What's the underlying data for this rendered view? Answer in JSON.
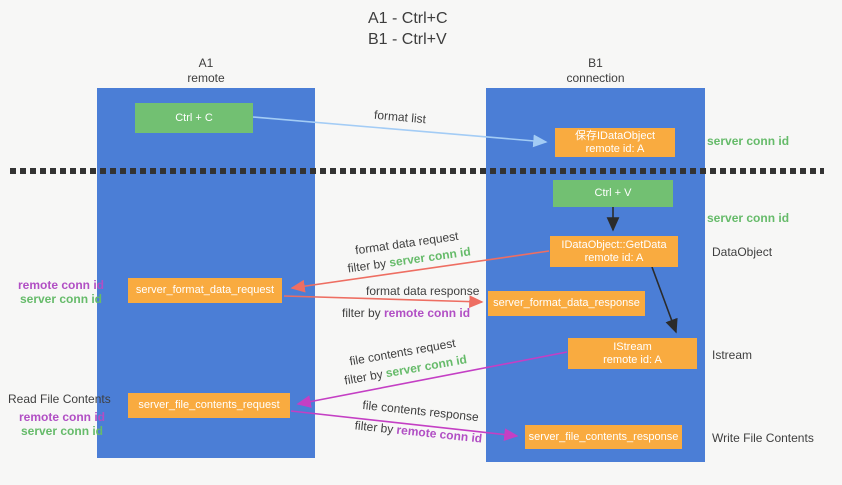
{
  "title": {
    "line1": "A1 - Ctrl+C",
    "line2": "B1 - Ctrl+V"
  },
  "lanes": {
    "left": {
      "id": "A1",
      "name": "remote"
    },
    "right": {
      "id": "B1",
      "name": "connection"
    }
  },
  "boxes": {
    "ctrl_c": {
      "label": "Ctrl + C"
    },
    "save_dataobject": {
      "line1": "保存IDataObject",
      "line2": "remote id: A"
    },
    "ctrl_v": {
      "label": "Ctrl + V"
    },
    "getdata": {
      "line1": "IDataObject::GetData",
      "line2": "remote id: A"
    },
    "format_request": {
      "label": "server_format_data_request"
    },
    "format_response": {
      "label": "server_format_data_response"
    },
    "istream": {
      "line1": "IStream",
      "line2": "remote id: A"
    },
    "file_request": {
      "label": "server_file_contents_request"
    },
    "file_response": {
      "label": "server_file_contents_response"
    }
  },
  "flow_labels": {
    "format_list": "format list",
    "format_request_line": "format data request",
    "format_request_filter_prefix": "filter by ",
    "format_request_filter_key": "server conn id",
    "format_response_line": "format data response",
    "format_response_filter_prefix": "filter by ",
    "format_response_filter_key": "remote conn id",
    "file_request_line": "file contents request",
    "file_request_filter_prefix": "filter by ",
    "file_request_filter_key": "server conn id",
    "file_response_line": "file contents response",
    "file_response_filter_prefix": "filter by ",
    "file_response_filter_key": "remote conn id"
  },
  "side_labels": {
    "server_conn_id_top": "server conn id",
    "server_conn_id_mid": "server conn id",
    "dataobject": "DataObject",
    "istream": "Istream",
    "write_file_contents": "Write File Contents",
    "read_file_contents": "Read File Contents",
    "pair1_remote": "remote conn id",
    "pair1_server": "server conn id",
    "pair2_remote": "remote conn id",
    "pair2_server": "server conn id"
  },
  "colors": {
    "lane_blue": "#4b7ed6",
    "box_green": "#72c072",
    "box_orange": "#f9ab40",
    "arrow_red": "#ee6e62",
    "arrow_magenta": "#c43fc4",
    "arrow_lightblue": "#a3ccf5",
    "arrow_black": "#2b2b2b",
    "text_green": "#66bb6a",
    "text_purple": "#b14fc4",
    "text_dark": "#3f3f3f"
  }
}
